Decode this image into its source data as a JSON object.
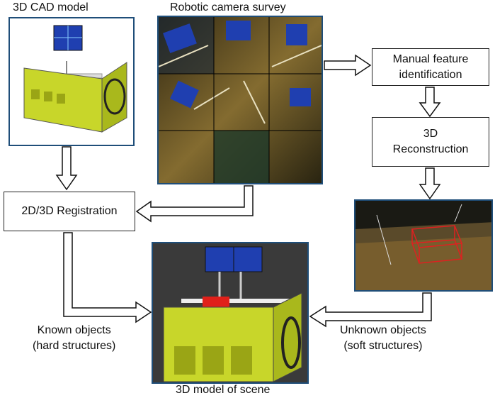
{
  "labels": {
    "cad_model": "3D CAD model",
    "camera_survey": "Robotic camera survey",
    "scene_model": "3D model of scene",
    "known_line1": "Known objects",
    "known_line2": "(hard structures)",
    "unknown_line1": "Unknown objects",
    "unknown_line2": "(soft structures)"
  },
  "boxes": {
    "manual_line1": "Manual feature",
    "manual_line2": "identification",
    "recon_line1": "3D",
    "recon_line2": "Reconstruction",
    "registration": "2D/3D Registration"
  },
  "colors": {
    "frame": "#1f4e79",
    "model_yellow": "#c8d62a",
    "panel_blue": "#1f3fb0",
    "highlight_red": "#e0201a"
  }
}
